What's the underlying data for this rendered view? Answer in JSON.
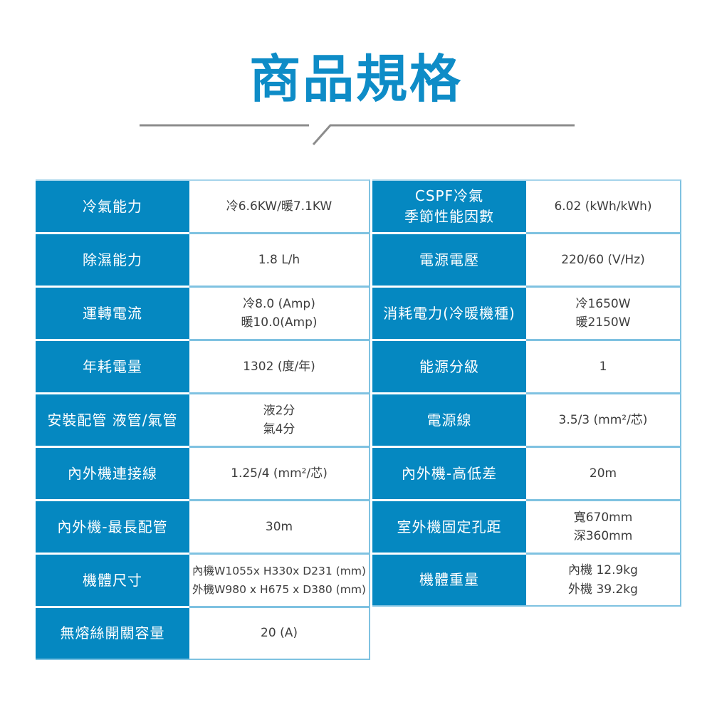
{
  "page": {
    "title": "商品規格"
  },
  "colors": {
    "primary_blue": "#0588c1",
    "title_blue": "#0e8cc7",
    "separator_light_blue": "#7fc2e1",
    "outer_border_light": "#a5d4eb",
    "divider_gray": "#8c8c8c",
    "value_text": "#3d3d3d"
  },
  "spec_table": {
    "left_rows": [
      {
        "label_lines": [
          "冷氣能力"
        ],
        "value_lines": [
          "冷6.6KW/暖7.1KW"
        ]
      },
      {
        "label_lines": [
          "除濕能力"
        ],
        "value_lines": [
          "1.8 L/h"
        ]
      },
      {
        "label_lines": [
          "運轉電流"
        ],
        "value_lines": [
          "冷8.0 (Amp)",
          "暖10.0(Amp)"
        ]
      },
      {
        "label_lines": [
          "年耗電量"
        ],
        "value_lines": [
          "1302 (度/年)"
        ]
      },
      {
        "label_lines": [
          "安裝配管 液管/氣管"
        ],
        "value_lines": [
          "液2分",
          "氣4分"
        ]
      },
      {
        "label_lines": [
          "內外機連接線"
        ],
        "value_lines": [
          "1.25/4 (mm²/芯)"
        ]
      },
      {
        "label_lines": [
          "內外機-最長配管"
        ],
        "value_lines": [
          "30m"
        ]
      },
      {
        "label_lines": [
          "機體尺寸"
        ],
        "value_lines": [
          "內機W1055x H330x D231 (mm)",
          "外機W980 x H675 x D380 (mm)"
        ]
      },
      {
        "label_lines": [
          "無熔絲開關容量"
        ],
        "value_lines": [
          "20 (A)"
        ]
      }
    ],
    "right_rows": [
      {
        "label_lines": [
          "CSPF冷氣",
          "季節性能因數"
        ],
        "value_lines": [
          "6.02 (kWh/kWh)"
        ]
      },
      {
        "label_lines": [
          "電源電壓"
        ],
        "value_lines": [
          "220/60 (V/Hz)"
        ]
      },
      {
        "label_lines": [
          "消耗電力(冷暖機種)"
        ],
        "value_lines": [
          "冷1650W",
          "暖2150W"
        ]
      },
      {
        "label_lines": [
          "能源分級"
        ],
        "value_lines": [
          "1"
        ]
      },
      {
        "label_lines": [
          "電源線"
        ],
        "value_lines": [
          "3.5/3 (mm²/芯)"
        ]
      },
      {
        "label_lines": [
          "內外機-高低差"
        ],
        "value_lines": [
          "20m"
        ]
      },
      {
        "label_lines": [
          "室外機固定孔距"
        ],
        "value_lines": [
          "寬670mm",
          "深360mm"
        ]
      },
      {
        "label_lines": [
          "機體重量"
        ],
        "value_lines": [
          "內機 12.9kg",
          "外機 39.2kg"
        ]
      }
    ]
  }
}
